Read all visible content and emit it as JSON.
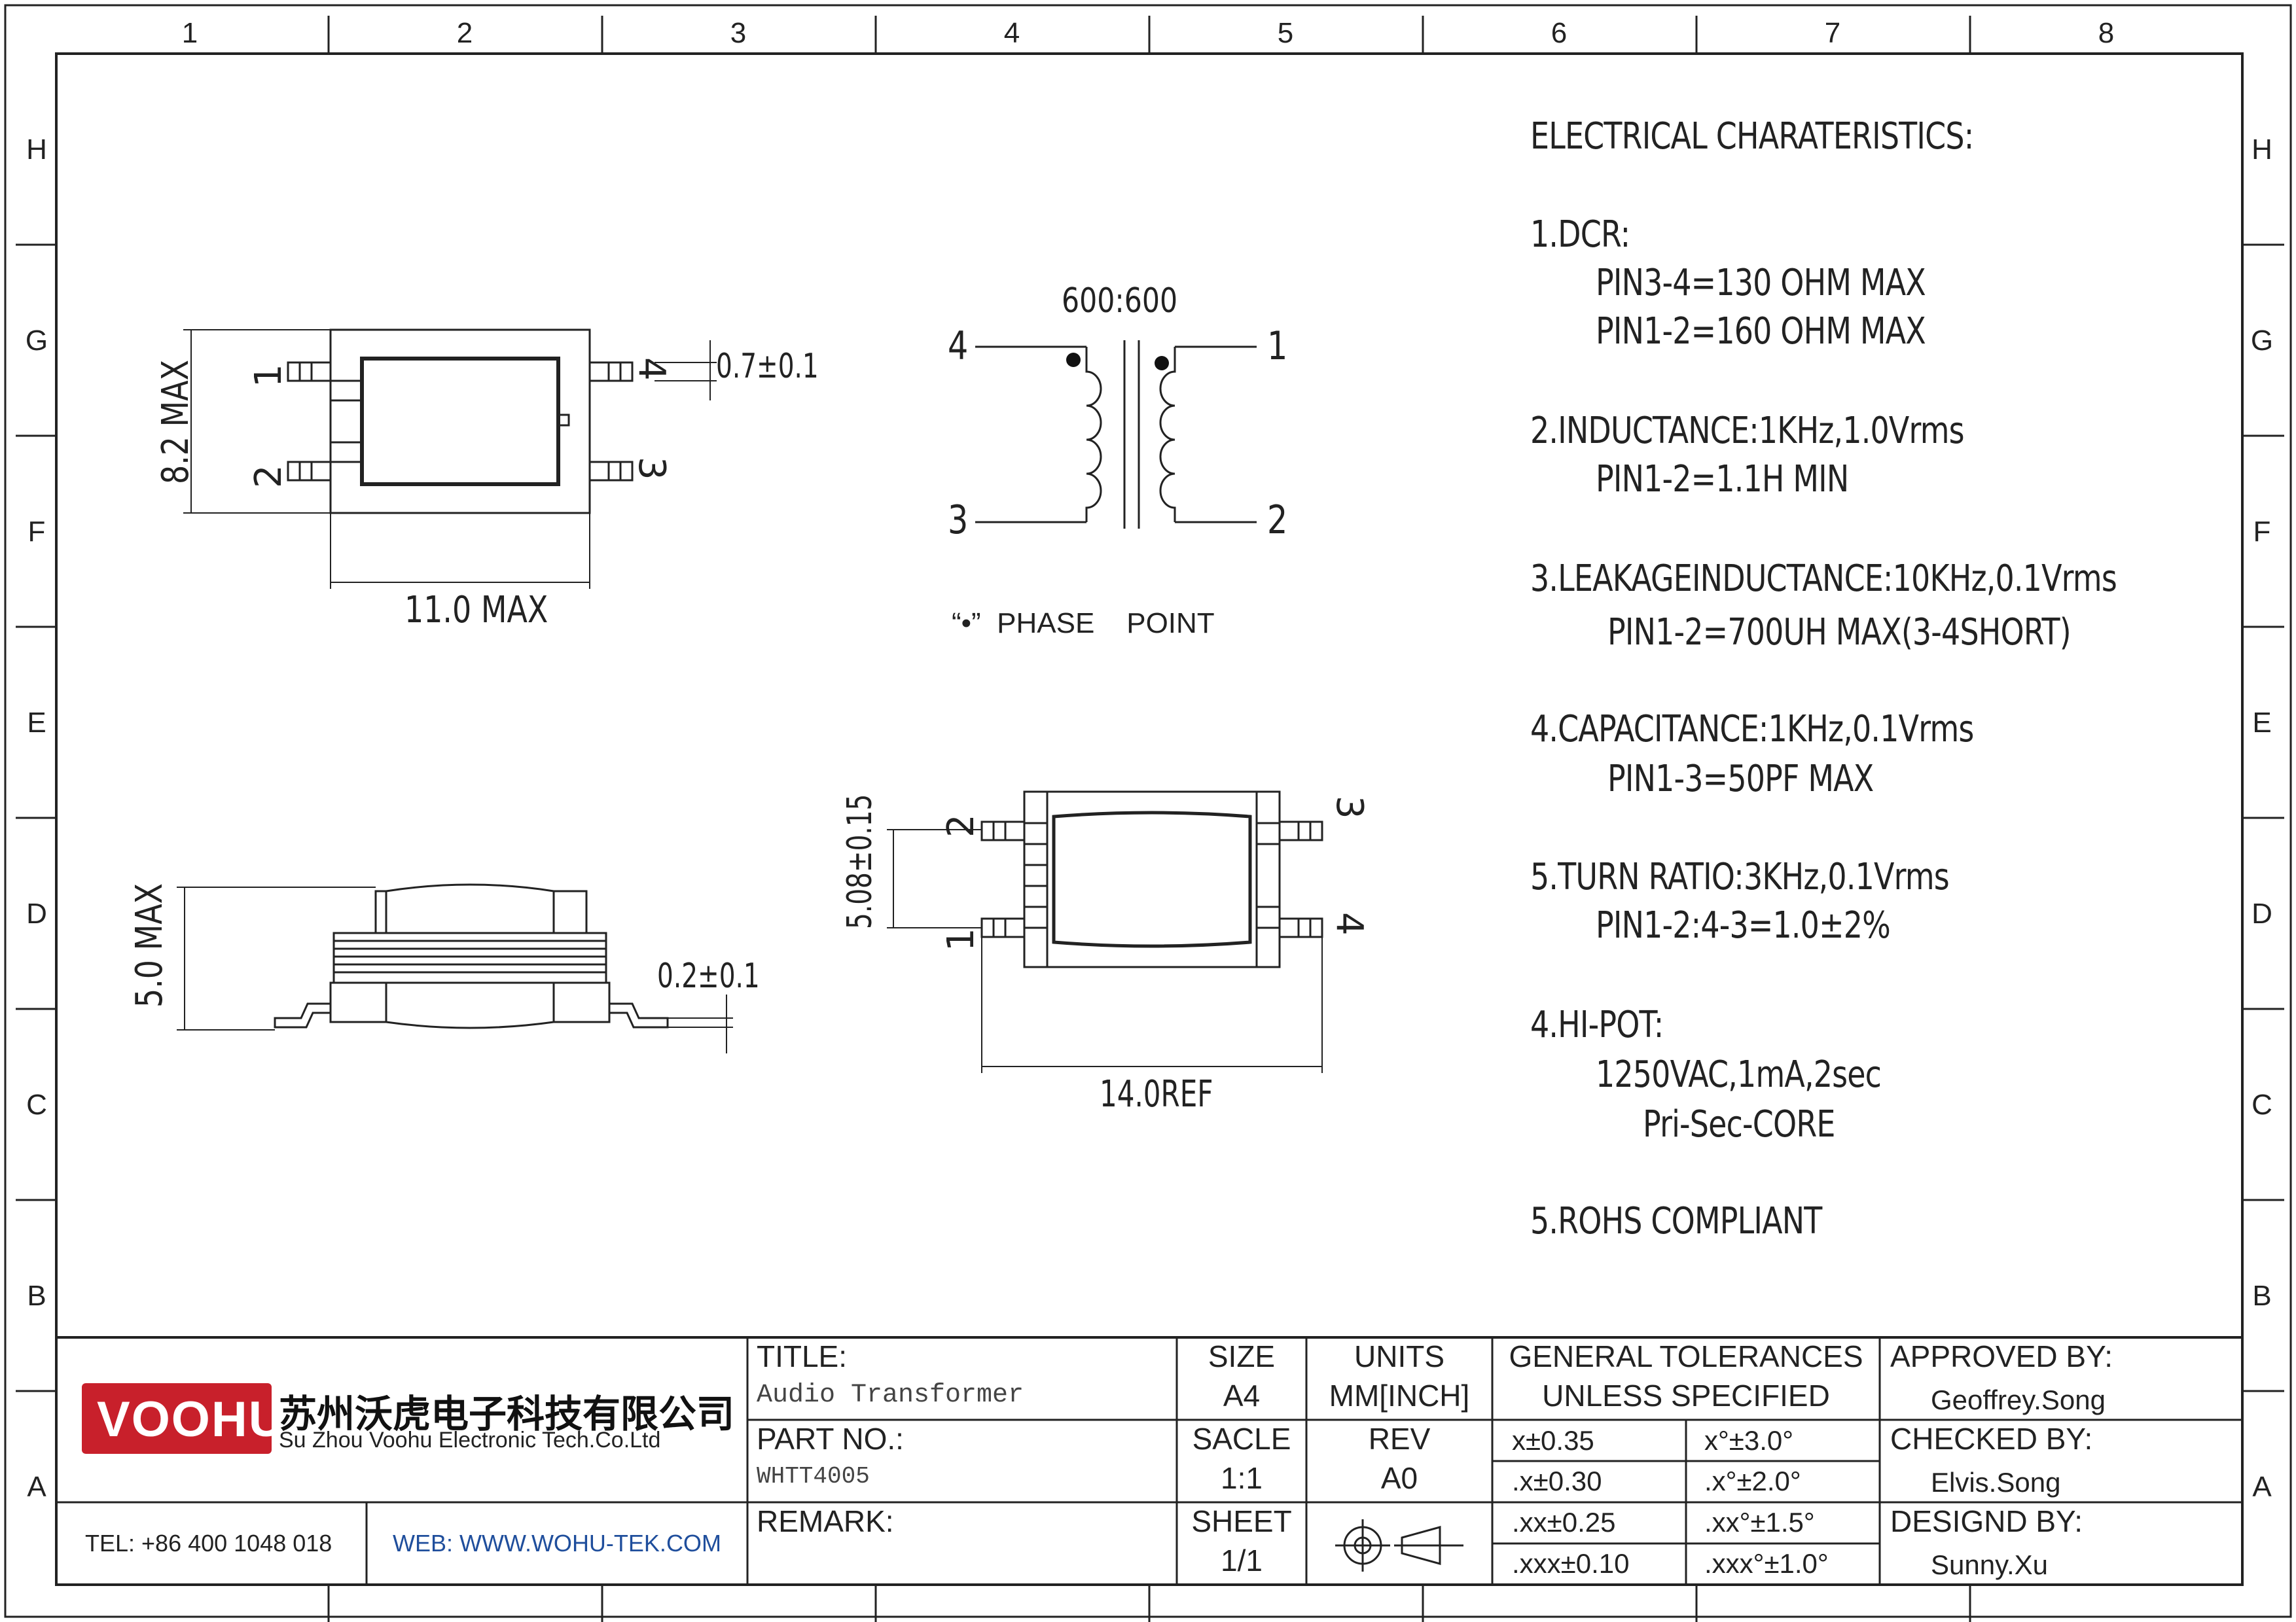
{
  "zones": {
    "columns": [
      "1",
      "2",
      "3",
      "4",
      "5",
      "6",
      "7",
      "8"
    ],
    "rows": [
      "H",
      "G",
      "F",
      "E",
      "D",
      "C",
      "B",
      "A"
    ]
  },
  "specs": {
    "heading": "ELECTRICAL CHARATERISTICS:",
    "dcr_label": "1.DCR:",
    "dcr_line1": "PIN3-4=130 OHM MAX",
    "dcr_line2": "PIN1-2=160 OHM MAX",
    "inductance_label": "2.INDUCTANCE:1KHz,1.0Vrms",
    "inductance_line": "PIN1-2=1.1H MIN",
    "leakage_label": "3.LEAKAGEINDUCTANCE:10KHz,0.1Vrms",
    "leakage_line": "PIN1-2=700UH MAX(3-4SHORT)",
    "capacitance_label": "4.CAPACITANCE:1KHz,0.1Vrms",
    "capacitance_line": "PIN1-3=50PF MAX",
    "turn_label": "5.TURN RATIO:3KHz,0.1Vrms",
    "turn_line": "PIN1-2:4-3=1.0±2%",
    "hipot_label": "4.HI-POT:",
    "hipot_line1": "1250VAC,1mA,2sec",
    "hipot_line2": "Pri-Sec-CORE",
    "rohs": "5.ROHS COMPLIANT"
  },
  "top_view": {
    "height_dim": "8.2 MAX",
    "width_dim": "11.0 MAX",
    "pin_dim": "0.7±0.1",
    "pins": [
      "1",
      "2",
      "4",
      "3"
    ]
  },
  "schematic": {
    "ratio": "600:600",
    "pins": [
      "4",
      "1",
      "3",
      "2"
    ],
    "phase_note": "“•”  PHASE    POINT"
  },
  "side_view": {
    "height_dim": "5.0 MAX",
    "lead_dim": "0.2±0.1"
  },
  "bottom_view": {
    "pitch_dim": "5.08±0.15",
    "length_dim": "14.0REF",
    "pins": [
      "2",
      "3",
      "1",
      "4"
    ]
  },
  "title_block": {
    "company_cn": "苏州沃虎电子科技有限公司",
    "company_en": "Su Zhou Voohu Electronic Tech.Co.Ltd",
    "logo_text": "VOOHU",
    "tel": "TEL: +86 400 1048 018",
    "web": "WEB: WWW.WOHU-TEK.COM",
    "title_label": "TITLE:",
    "title_value": "Audio Transformer",
    "part_label": "PART NO.:",
    "part_value": "WHTT4005",
    "remark_label": "REMARK:",
    "size_label": "SIZE",
    "size_value": "A4",
    "units_label": "UNITS",
    "units_value": "MM[INCH]",
    "scale_label": "SACLE",
    "scale_value": "1:1",
    "rev_label": "REV",
    "rev_value": "A0",
    "sheet_label": "SHEET",
    "sheet_value": "1/1",
    "tol_label1": "GENERAL TOLERANCES",
    "tol_label2": "UNLESS SPECIFIED",
    "tol": [
      "x±0.35",
      "x°±3.0°",
      ".x±0.30",
      ".x°±2.0°",
      ".xx±0.25",
      ".xx°±1.5°",
      ".xxx±0.10",
      ".xxx°±1.0°"
    ],
    "approved_label": "APPROVED BY:",
    "approved_value": "Geoffrey.Song",
    "checked_label": "CHECKED BY:",
    "checked_value": "Elvis.Song",
    "design_label": "DESIGND BY:",
    "design_value": "Sunny.Xu"
  },
  "colors": {
    "logo_red": "#c8202b",
    "web_blue": "#1f4e9c",
    "line": "#222222"
  }
}
